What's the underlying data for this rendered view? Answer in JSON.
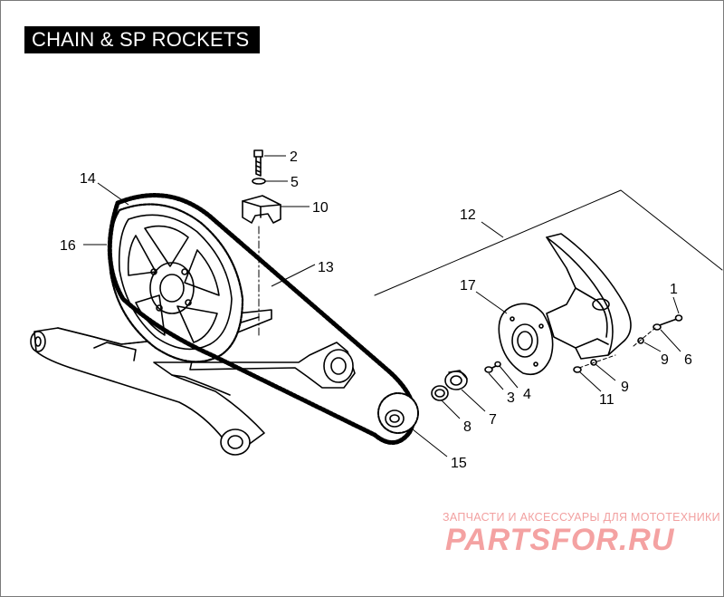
{
  "title": "CHAIN & SP ROCKETS",
  "callouts": {
    "c1": "1",
    "c2": "2",
    "c3": "3",
    "c4": "4",
    "c5": "5",
    "c6": "6",
    "c7": "7",
    "c8": "8",
    "c9a": "9",
    "c9b": "9",
    "c10": "10",
    "c11": "11",
    "c12": "12",
    "c13": "13",
    "c14": "14",
    "c15": "15",
    "c16": "16",
    "c17": "17"
  },
  "watermark": {
    "tagline": "ЗАПЧАСТИ И АКСЕССУАРЫ ДЛЯ МОТОТЕХНИКИ",
    "brand": "PARTSFOR.RU"
  },
  "colors": {
    "line": "#000000",
    "watermark": "#f4a2a2",
    "title_bg": "#000000",
    "title_fg": "#ffffff"
  }
}
